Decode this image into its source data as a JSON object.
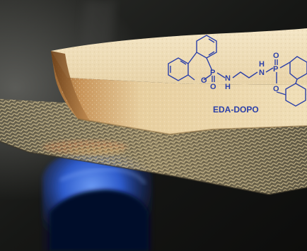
{
  "scene": {
    "colors": {
      "background_dark": "#1b1c1a",
      "foam_light": "#efe0bd",
      "foam_shadow": "#d9c49a",
      "char_brown": "#8a5a2a",
      "flame_blue": "#2f5fd6",
      "flame_core": "#0b1a55",
      "ember_orange": "#ff5a1e",
      "mesh_gold": "#9a8a60",
      "molecule_blue": "#2b3fa8"
    },
    "icons": [
      "foam-block",
      "bunsen-flame",
      "wire-mesh",
      "chemical-structure"
    ]
  },
  "molecule": {
    "name": "EDA-DOPO",
    "atoms": {
      "p_left": "P",
      "o_ring_left": "O",
      "o_double_left": "O",
      "n_left": "N",
      "h_left": "H",
      "h_right": "H",
      "n_right": "N",
      "o_double_right": "O",
      "p_right": "P",
      "o_ring_right": "O"
    }
  }
}
